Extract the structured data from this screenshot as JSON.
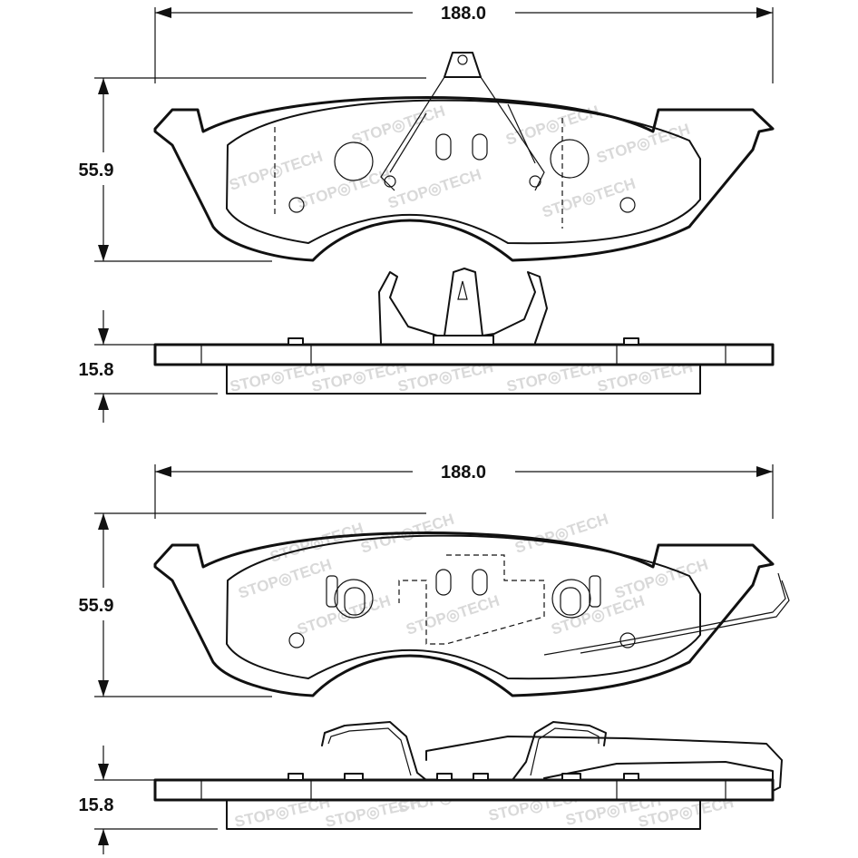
{
  "dimensions": {
    "top_width": "188.0",
    "top_height": "55.9",
    "top_thickness": "15.8",
    "bottom_width": "188.0",
    "bottom_height": "55.9",
    "bottom_thickness": "15.8"
  },
  "watermark": {
    "brand": "STOP◎TECH"
  },
  "colors": {
    "line": "#111111",
    "watermark": "#d9d9d9",
    "background": "#ffffff"
  }
}
